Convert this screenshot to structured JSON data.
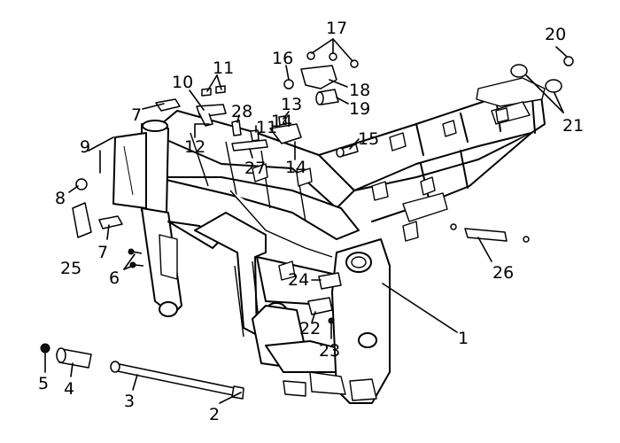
{
  "callouts": [
    {
      "id": "c1",
      "text": "1"
    },
    {
      "id": "c2",
      "text": "2"
    },
    {
      "id": "c3",
      "text": "3"
    },
    {
      "id": "c4",
      "text": "4"
    },
    {
      "id": "c5",
      "text": "5"
    },
    {
      "id": "c6",
      "text": "6"
    },
    {
      "id": "c7a",
      "text": "7"
    },
    {
      "id": "c7b",
      "text": "7"
    },
    {
      "id": "c8",
      "text": "8"
    },
    {
      "id": "c9",
      "text": "9"
    },
    {
      "id": "c10",
      "text": "10"
    },
    {
      "id": "c11a",
      "text": "11"
    },
    {
      "id": "c11b",
      "text": "11"
    },
    {
      "id": "c12",
      "text": "12"
    },
    {
      "id": "c13",
      "text": "13"
    },
    {
      "id": "c14a",
      "text": "14"
    },
    {
      "id": "c14b",
      "text": "14"
    },
    {
      "id": "c15",
      "text": "15"
    },
    {
      "id": "c16",
      "text": "16"
    },
    {
      "id": "c17",
      "text": "17"
    },
    {
      "id": "c18",
      "text": "18"
    },
    {
      "id": "c19",
      "text": "19"
    },
    {
      "id": "c20",
      "text": "20"
    },
    {
      "id": "c21",
      "text": "21"
    },
    {
      "id": "c22",
      "text": "22"
    },
    {
      "id": "c23",
      "text": "23"
    },
    {
      "id": "c24",
      "text": "24"
    },
    {
      "id": "c25",
      "text": "25"
    },
    {
      "id": "c26",
      "text": "26"
    },
    {
      "id": "c27",
      "text": "27"
    },
    {
      "id": "c28",
      "text": "28"
    }
  ]
}
